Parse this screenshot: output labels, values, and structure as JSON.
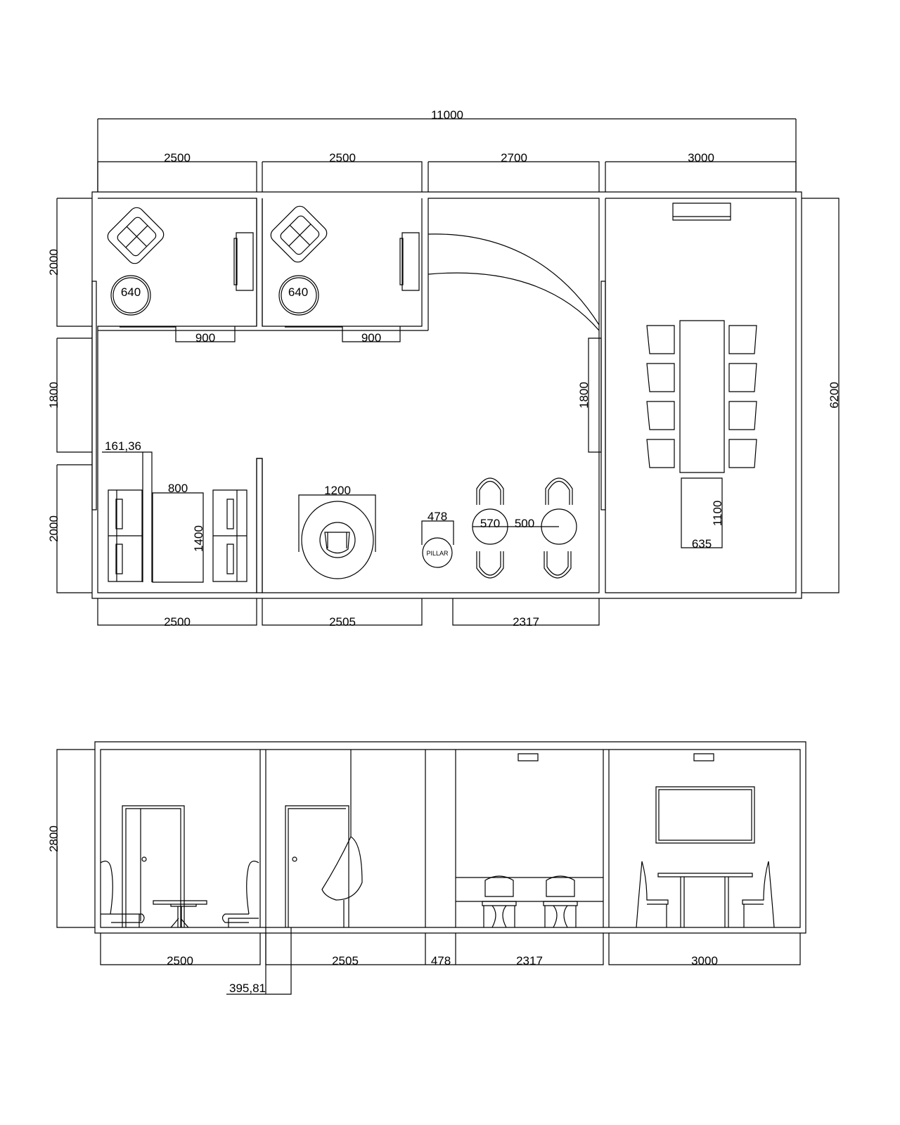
{
  "plan": {
    "overall_width": "11000",
    "top_dims": [
      "2500",
      "2500",
      "2700",
      "3000"
    ],
    "left_dims": [
      "2000",
      "1800",
      "2000"
    ],
    "right_dim": "6200",
    "bottom_dims": [
      "2500",
      "2505",
      "2317"
    ],
    "inner_dims": {
      "chair_table_1": "640",
      "chair_table_2": "640",
      "door_1": "900",
      "door_2": "900",
      "opening": "1800",
      "booth_offset": "161,36",
      "booth_table_width": "800",
      "booth_table_depth": "1400",
      "round_rug": "1200",
      "pillar_width": "478",
      "pillar_label": "PILLAR",
      "bistro_table_1": "570",
      "bistro_table_2": "500",
      "side_table_depth": "1100",
      "side_table_width": "635"
    }
  },
  "elevation": {
    "height_dim": "2800",
    "bottom_dims": [
      "2500",
      "2505",
      "478",
      "2317",
      "3000"
    ],
    "offset_dim": "395,81"
  }
}
